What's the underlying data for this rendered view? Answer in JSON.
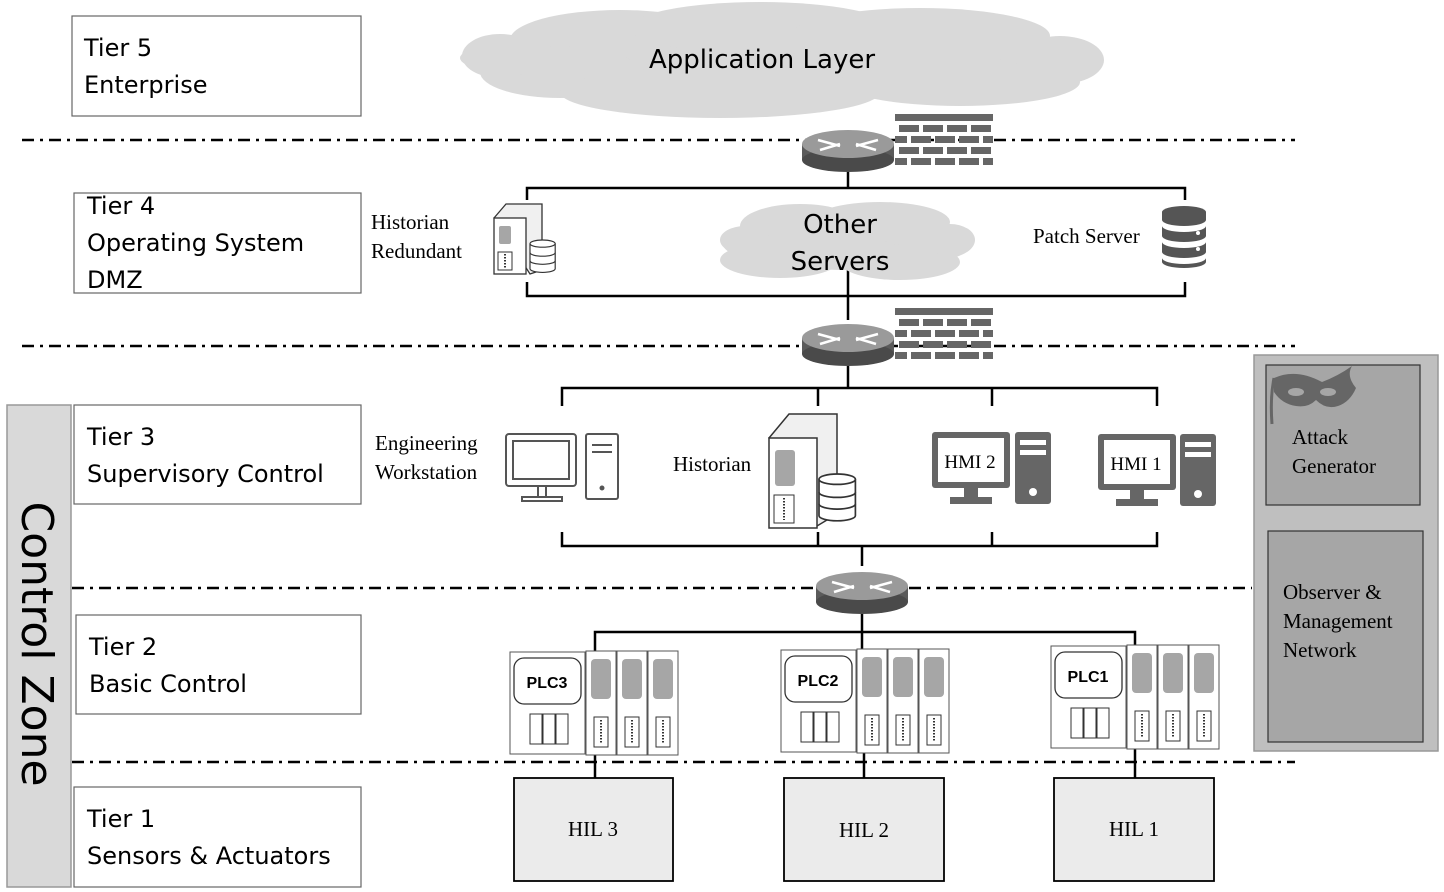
{
  "tiers": {
    "t5": {
      "line1": "Tier 5",
      "line2": "Enterprise"
    },
    "t4": {
      "line1": "Tier 4",
      "line2": "Operating System",
      "line3": "DMZ"
    },
    "t3": {
      "line1": "Tier 3",
      "line2": "Supervisory Control"
    },
    "t2": {
      "line1": "Tier 2",
      "line2": "Basic Control"
    },
    "t1": {
      "line1": "Tier 1",
      "line2": "Sensors & Actuators"
    }
  },
  "control_zone": "Control Zone",
  "application_layer": "Application Layer",
  "other_servers": {
    "line1": "Other",
    "line2": "Servers"
  },
  "historian_redundant": {
    "line1": "Historian",
    "line2": "Redundant"
  },
  "patch_server": "Patch Server",
  "engineering_workstation": {
    "line1": "Engineering",
    "line2": "Workstation"
  },
  "historian": "Historian",
  "hmi2": "HMI 2",
  "hmi1": "HMI 1",
  "plc3": "PLC3",
  "plc2": "PLC2",
  "plc1": "PLC1",
  "hil3": "HIL 3",
  "hil2": "HIL 2",
  "hil1": "HIL 1",
  "attack_generator": {
    "line1": "Attack",
    "line2": "Generator"
  },
  "observer": {
    "line1": "Observer &",
    "line2": "Management",
    "line3": "Network"
  },
  "colors": {
    "icon_gray": "#666666",
    "cloud": "#d9d9d9",
    "panel": "#bfbfbf",
    "box": "#a6a6a6",
    "hil_fill": "#ebebeb"
  }
}
